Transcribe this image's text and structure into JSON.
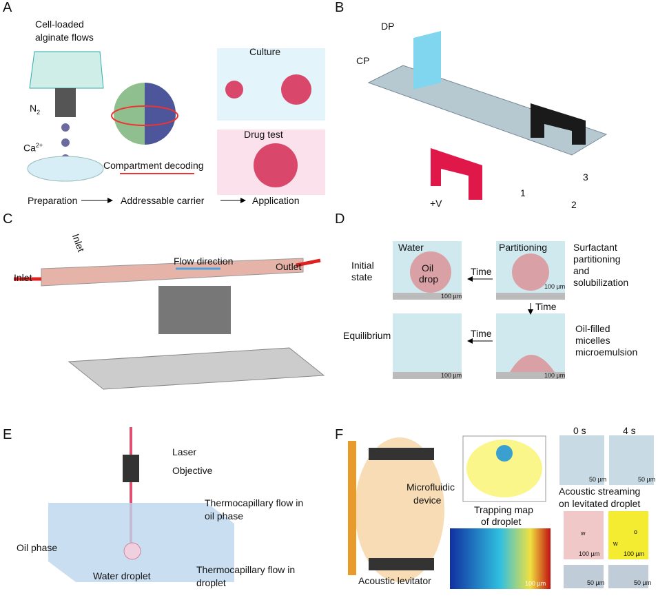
{
  "panels": {
    "A": {
      "label": "A",
      "flows": "Cell-loaded",
      "flows2": "alginate flows",
      "n2": "N",
      "n2sub": "2",
      "ca": "Ca",
      "casup": "2+",
      "culture": "Culture",
      "drug": "Drug test",
      "decoding": "Compartment decoding",
      "prep": "Preparation",
      "carrier": "Addressable carrier",
      "app": "Application"
    },
    "B": {
      "label": "B",
      "dp": "DP",
      "cp": "CP",
      "v": "+V",
      "n1": "1",
      "n2": "2",
      "n3": "3"
    },
    "C": {
      "label": "C",
      "inlet_top": "Inlet",
      "flow": "Flow direction",
      "outlet": "Outlet",
      "inlet_left": "Inlet"
    },
    "D": {
      "label": "D",
      "water": "Water",
      "oil": "Oil",
      "drop": "drop",
      "initial": "Initial",
      "state": "state",
      "time1": "Time",
      "partitioning": "Partitioning",
      "surf1": "Surfactant",
      "surf2": "partitioning",
      "surf3": "and",
      "surf4": "solubilization",
      "time2": "Time",
      "equilibrium": "Equilibrium",
      "time3": "Time",
      "of1": "Oil-filled",
      "of2": "micelles",
      "of3": "microemulsion",
      "scale": "100 µm"
    },
    "E": {
      "label": "E",
      "laser": "Laser",
      "objective": "Objective",
      "tc_oil1": "Thermocapillary flow in",
      "tc_oil2": "oil phase",
      "oil": "Oil phase",
      "water": "Water droplet",
      "tc_drop1": "Thermocapillary flow in",
      "tc_drop2": "droplet"
    },
    "F": {
      "label": "F",
      "t0": "0 s",
      "t4": "4 s",
      "device1": "Microfluidic",
      "device2": "device",
      "trap1": "Trapping map",
      "trap2": "of droplet",
      "stream1": "Acoustic streaming",
      "stream2": "on levitated droplet",
      "levitator": "Acoustic levitator",
      "scale50": "50 µm",
      "scale100": "100 µm",
      "w": "w",
      "o": "o"
    }
  },
  "colors": {
    "culture_bg": "#e3f4fb",
    "drug_bg": "#fbe1ec",
    "channel": "#b7c9d0",
    "electrode_red": "#e0184a",
    "electrode_black": "#1a1a1a",
    "water_bg": "#cfe9ef",
    "drop": "#d9a1a6",
    "levitator": "#e89a2a",
    "trap_bg": "#fbf68a"
  }
}
